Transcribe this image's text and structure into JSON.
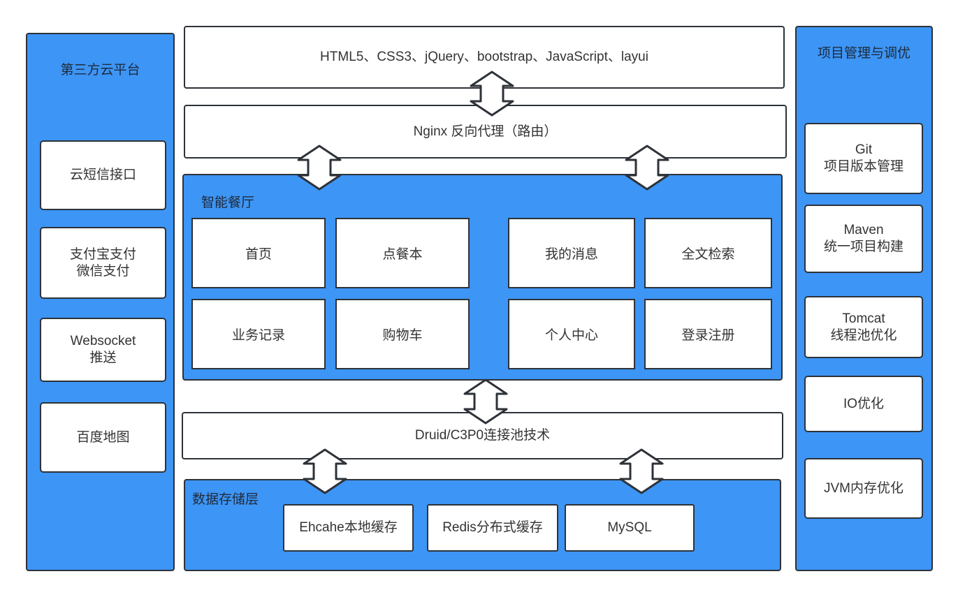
{
  "left_panel": {
    "title": "第三方云平台",
    "items": [
      {
        "lines": [
          "云短信接口"
        ]
      },
      {
        "lines": [
          "支付宝支付",
          "微信支付"
        ]
      },
      {
        "lines": [
          "Websocket",
          "推送"
        ]
      },
      {
        "lines": [
          "百度地图"
        ]
      }
    ]
  },
  "right_panel": {
    "title": "项目管理与调优",
    "items": [
      {
        "lines": [
          "Git",
          "项目版本管理"
        ]
      },
      {
        "lines": [
          "Maven",
          "统一项目构建"
        ]
      },
      {
        "lines": [
          "Tomcat",
          "线程池优化"
        ]
      },
      {
        "lines": [
          "IO优化"
        ]
      },
      {
        "lines": [
          "JVM内存优化"
        ]
      }
    ]
  },
  "frontend": {
    "label": "HTML5、CSS3、jQuery、bootstrap、JavaScript、layui"
  },
  "proxy": {
    "label": "Nginx 反向代理（路由）"
  },
  "app": {
    "title": "智能餐厅",
    "modules": [
      "首页",
      "点餐本",
      "我的消息",
      "全文检索",
      "业务记录",
      "购物车",
      "个人中心",
      "登录注册"
    ]
  },
  "pool": {
    "label": "Druid/C3P0连接池技术"
  },
  "storage": {
    "title": "数据存储层",
    "items": [
      "Ehcahe本地缓存",
      "Redis分布式缓存",
      "MySQL"
    ]
  },
  "colors": {
    "panel_blue": "#3d95f5",
    "border": "#2d3238",
    "box": "#ffffff"
  }
}
